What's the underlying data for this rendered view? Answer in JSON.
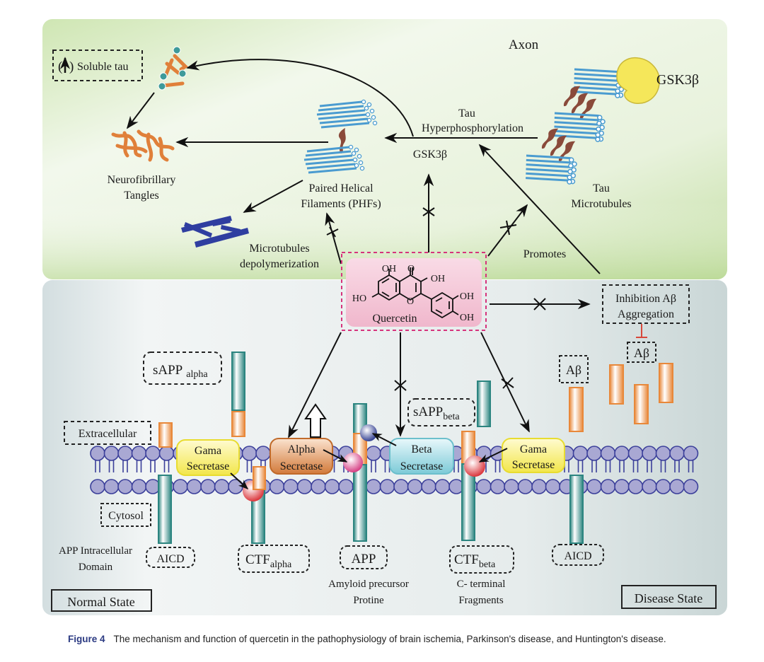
{
  "figure": {
    "caption_label": "Figure 4",
    "caption_text": "The mechanism and function of quercetin in the pathophysiology of brain ischemia, Parkinson's disease, and Huntington's disease."
  },
  "axon_panel": {
    "title": "Axon",
    "soluble_tau": "Soluble tau",
    "neurofibrillary_line1": "Neurofibrillary",
    "neurofibrillary_line2": "Tangles",
    "phf_line1": "Paired Helical",
    "phf_line2": "Filaments (PHFs)",
    "tau_line1": "Tau",
    "tau_line2": "Hyperphosphorylation",
    "gsk_label_mid": "GSK3β",
    "gsk_label_right": "GSK3β",
    "tau_micro_line1": "Tau",
    "tau_micro_line2": "Microtubules",
    "microtubules_line1": "Microtubules",
    "microtubules_line2": "depolymerization",
    "promotes": "Promotes"
  },
  "quercetin": {
    "name": "Quercetin",
    "oh_top_left": "OH",
    "o_top": "O",
    "oh_top_right": "OH",
    "ho_left": "HO",
    "ring_o": "O",
    "oh_right1": "OH",
    "oh_right2": "OH"
  },
  "cell_panel": {
    "inhibition_line1": "Inhibition Aβ",
    "inhibition_line2": "Aggregation",
    "abeta_top": "Aβ",
    "abeta_left": "Aβ",
    "sapp_alpha_main": "sAPP",
    "sapp_alpha_sub": "alpha",
    "sapp_beta_main": "sAPP",
    "sapp_beta_sub": "beta",
    "extracellular": "Extracellular",
    "cytosol": "Cytosol",
    "gama_left_line1": "Gama",
    "gama_left_line2": "Secretase",
    "alpha_line1": "Alpha",
    "alpha_line2": "Secretase",
    "beta_line1": "Beta",
    "beta_line2": "Secretase",
    "gama_right_line1": "Gama",
    "gama_right_line2": "Secretase",
    "app_intra_line1": "APP Intracellular",
    "app_intra_line2": "Domain",
    "aicd_left": "AICD",
    "ctf_alpha_main": "CTF",
    "ctf_alpha_sub": "alpha",
    "app": "APP",
    "app_desc_line1": "Amyloid precursor",
    "app_desc_line2": "Protine",
    "ctf_beta_main": "CTF",
    "ctf_beta_sub": "beta",
    "ctf_beta_desc_line1": "C- terminal",
    "ctf_beta_desc_line2": "Fragments",
    "aicd_right": "AICD",
    "normal_state": "Normal State",
    "disease_state": "Disease State"
  },
  "colors": {
    "axon_green": "#c5dea8",
    "cell_gray": "#d6e0e0",
    "quercetin_pink": "#f4c6d6",
    "quercetin_border": "#d6337c",
    "lipid_head": "#a9a8d3",
    "lipid_stroke": "#3b3f9a",
    "teal": "#2f8c86",
    "orange": "#e8883a",
    "gama_yellow": "#f6ee5a",
    "alpha_orange": "#d9864a",
    "beta_cyan": "#8fd3de",
    "gsk_yellow": "#f5e75a",
    "microtubule_blue": "#4a9bd0",
    "tau_brown": "#8a4a3a",
    "tangle_orange": "#e0803a",
    "depoly_blue": "#2f3ea0"
  }
}
